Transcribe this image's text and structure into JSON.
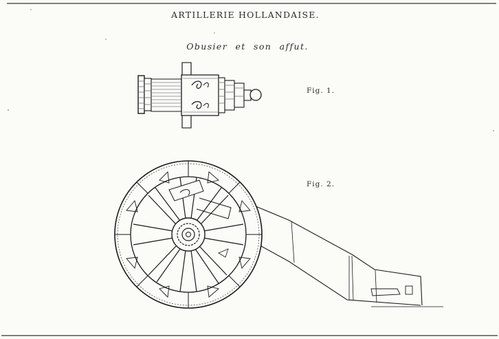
{
  "plate": {
    "title": "ARTILLERIE HOLLANDAISE.",
    "subtitle": "Obusier et son affut.",
    "figures": [
      {
        "label": "Fig. 1.",
        "subject": "howitzer-barrel"
      },
      {
        "label": "Fig. 2.",
        "subject": "howitzer-on-carriage"
      }
    ]
  },
  "colors": {
    "paper": "#fbfbf8",
    "ink": "#1a1a1a"
  }
}
